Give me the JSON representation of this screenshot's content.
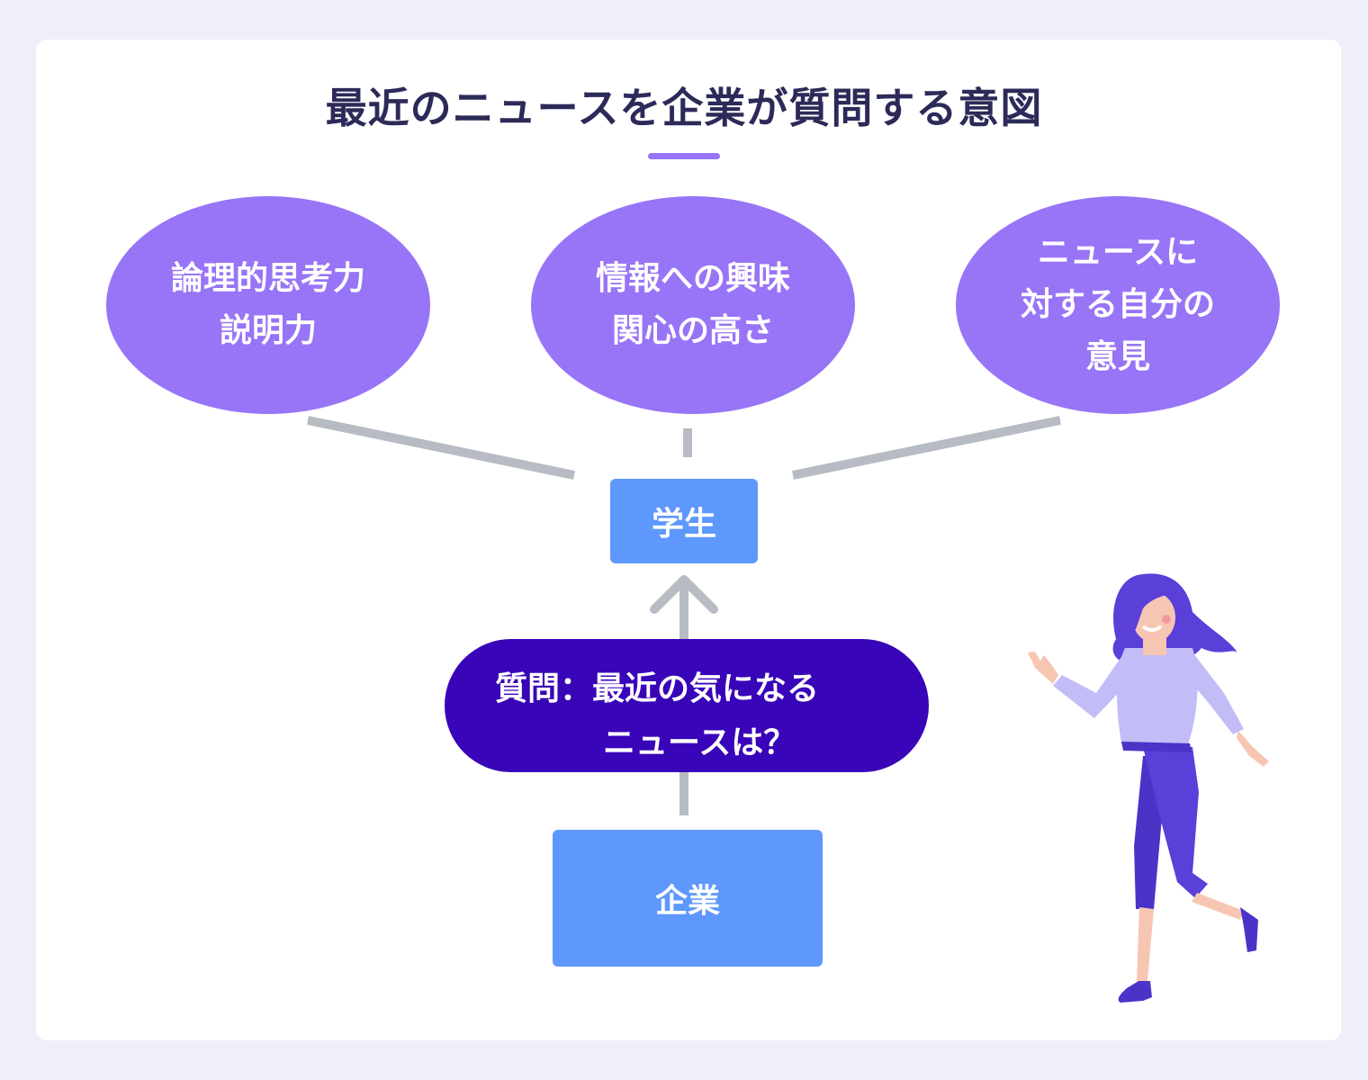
{
  "title": "最近のニュースを企業が質問する意図",
  "bubbles": [
    {
      "label": "論理的思考力\n説明力"
    },
    {
      "label": "情報への興味\n関心の高さ"
    },
    {
      "label": "ニュースに\n対する自分の\n意見"
    }
  ],
  "student": {
    "label": "学生"
  },
  "question": {
    "line1": "質問：最近の気になる",
    "line2": "ニュースは？"
  },
  "company": {
    "label": "企業"
  },
  "colors": {
    "bubble": "#9874f7",
    "box": "#5e98fd",
    "question": "#3905b8",
    "connector": "#b7bcc4",
    "title": "#2b2a58"
  }
}
